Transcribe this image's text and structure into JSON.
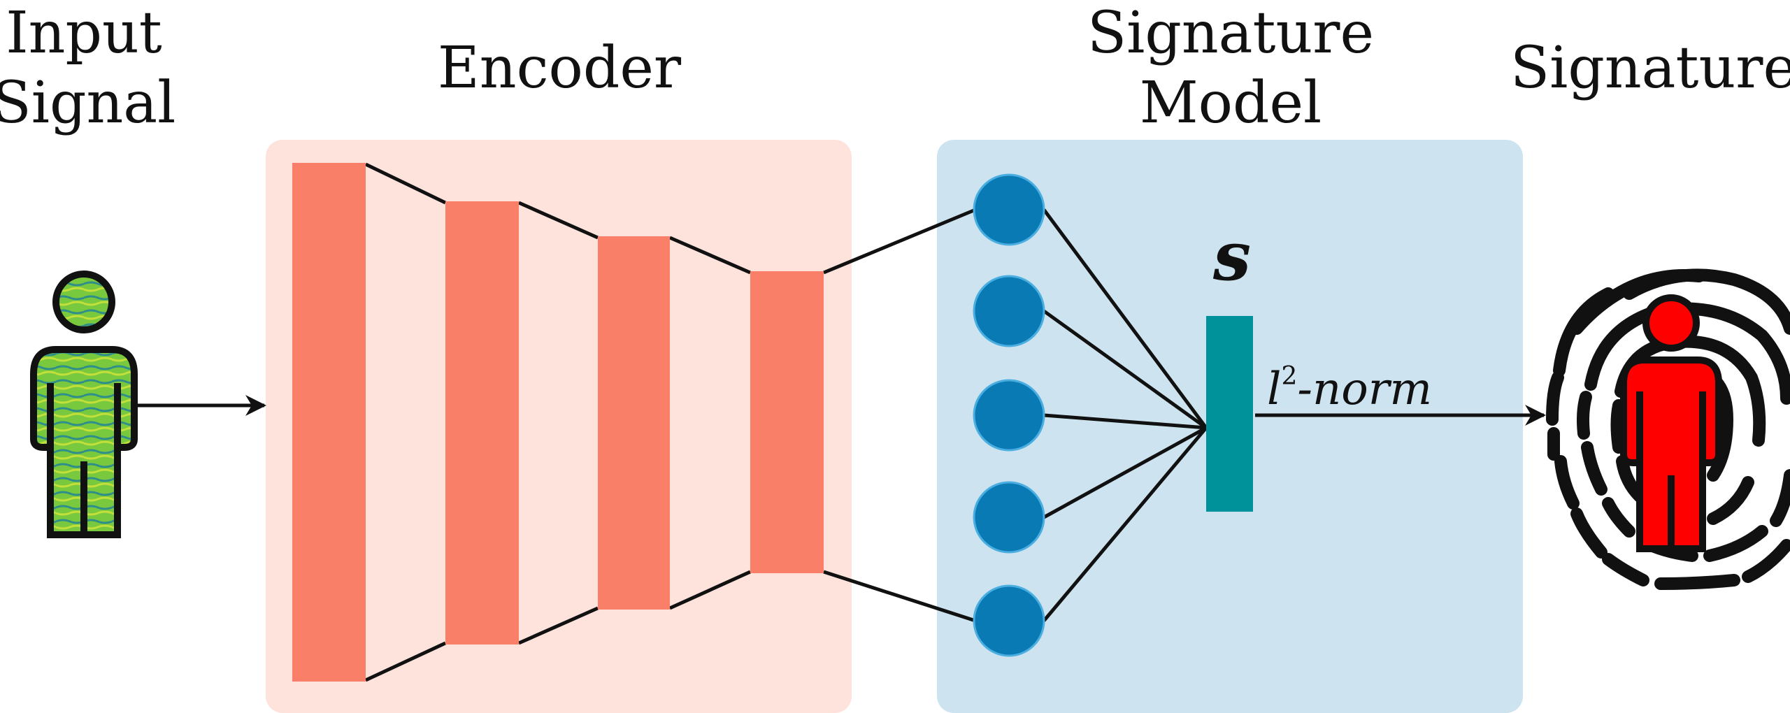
{
  "labels": {
    "input_line1": "Input",
    "input_line2": "Signal",
    "encoder": "Encoder",
    "sigmodel_line1": "Signature",
    "sigmodel_line2": "Model",
    "signature": "Signature",
    "s_vector": "s",
    "norm_base": "l",
    "norm_exp": "2",
    "norm_suffix": "-norm"
  },
  "colors": {
    "encoder_bg": "#fde3dc",
    "encoder_layer": "#fa7f68",
    "model_bg": "#cde4f0",
    "node_fill": "#0a7ab5",
    "node_stroke": "#4aaee0",
    "s_vector": "#00929a",
    "input_figure": "#66c43a",
    "output_figure": "#ff0000",
    "lines": "#111111"
  },
  "icons": {
    "input": "person-icon",
    "output": "fingerprint-icon"
  },
  "encoder": {
    "layer_count": 4
  },
  "signature_model": {
    "node_count": 5
  }
}
